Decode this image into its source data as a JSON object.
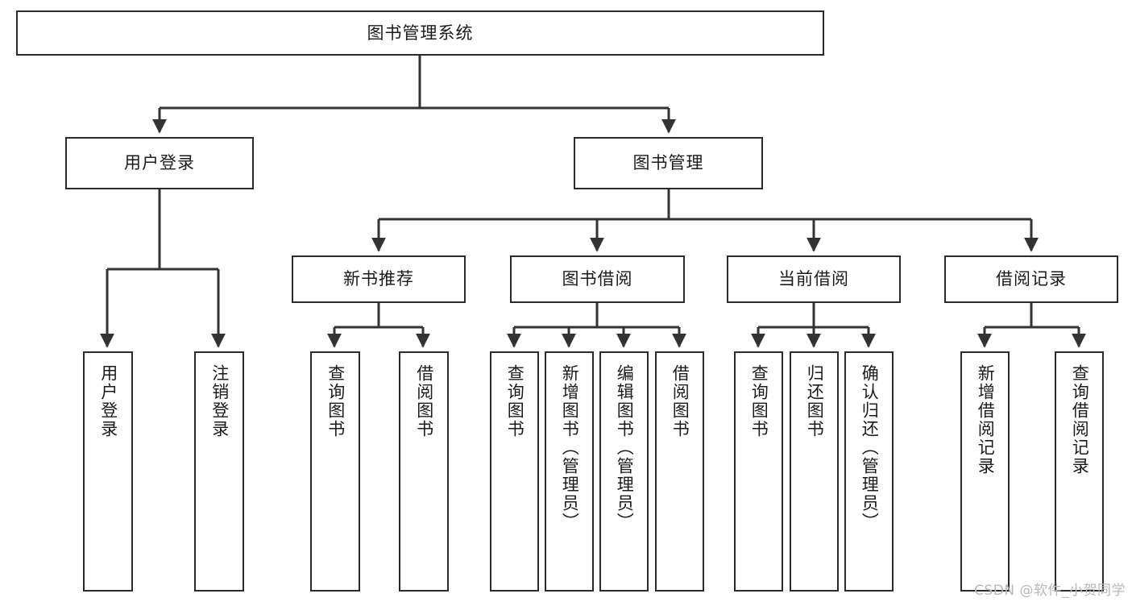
{
  "diagram": {
    "type": "tree-hierarchy",
    "title": "图书管理系统",
    "orientation": "top-down",
    "style": {
      "box_fill": "#ffffff",
      "box_stroke": "#2b2b2b",
      "connector_stroke": "#333333",
      "text_color": "#1b1b1b",
      "background": "#ffffff"
    },
    "root": {
      "label": "图书管理系统"
    },
    "level1": [
      {
        "label": "用户登录"
      },
      {
        "label": "图书管理"
      }
    ],
    "level2": [
      {
        "label": "新书推荐",
        "parent": "图书管理"
      },
      {
        "label": "图书借阅",
        "parent": "图书管理"
      },
      {
        "label": "当前借阅",
        "parent": "图书管理"
      },
      {
        "label": "借阅记录",
        "parent": "图书管理"
      }
    ],
    "leaves": {
      "user_login": [
        {
          "label": "用户登录"
        },
        {
          "label": "注销登录"
        }
      ],
      "new_book_recommend": [
        {
          "label": "查询图书"
        },
        {
          "label": "借阅图书"
        }
      ],
      "book_borrow": [
        {
          "label": "查询图书"
        },
        {
          "label": "新增图书（管理员）"
        },
        {
          "label": "编辑图书（管理员）"
        },
        {
          "label": "借阅图书"
        }
      ],
      "current_borrow": [
        {
          "label": "查询图书"
        },
        {
          "label": "归还图书"
        },
        {
          "label": "确认归还（管理员）"
        }
      ],
      "borrow_record": [
        {
          "label": "新增借阅记录"
        },
        {
          "label": "查询借阅记录"
        }
      ]
    }
  },
  "watermark": {
    "text": "CSDN @软件_小贺同学"
  }
}
